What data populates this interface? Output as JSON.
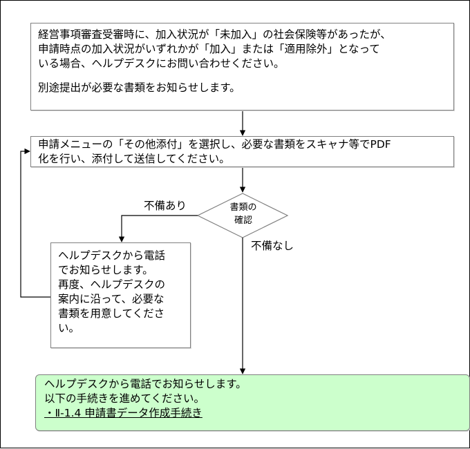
{
  "flowchart": {
    "intro_box": {
      "lines": [
        "経営事項審査受審時に、加入状況が「未加入」の社会保険等があったが、",
        "申請時点の加入状況がいずれかが「加入」または「適用除外」となって",
        "いる場合、ヘルプデスクにお問い合わせください。"
      ],
      "note": "別途提出が必要な書類をお知らせします。"
    },
    "submit_box": {
      "lines": [
        "申請メニューの「その他添付」を選択し、必要な書類をスキャナ等でPDF",
        "化を行い、添付して送信してください。"
      ]
    },
    "decision": {
      "lines": [
        "書類の",
        "確認"
      ]
    },
    "branch_deficient": "不備あり",
    "branch_ok": "不備なし",
    "callback_box": {
      "lines": [
        "ヘルプデスクから電話",
        "でお知らせします。",
        "再度、ヘルプデスクの",
        "案内に沿って、必要な",
        "書類を用意してくださ",
        "い。"
      ]
    },
    "result_box": {
      "lines": [
        "ヘルプデスクから電話でお知らせします。",
        "以下の手続きを進めてください。"
      ],
      "link": "・Ⅱ-1.4 申請書データ作成手続き"
    }
  },
  "colors": {
    "line": "#000000",
    "box_border": "#7f7f7f",
    "result_fill": "#ccffcc"
  }
}
